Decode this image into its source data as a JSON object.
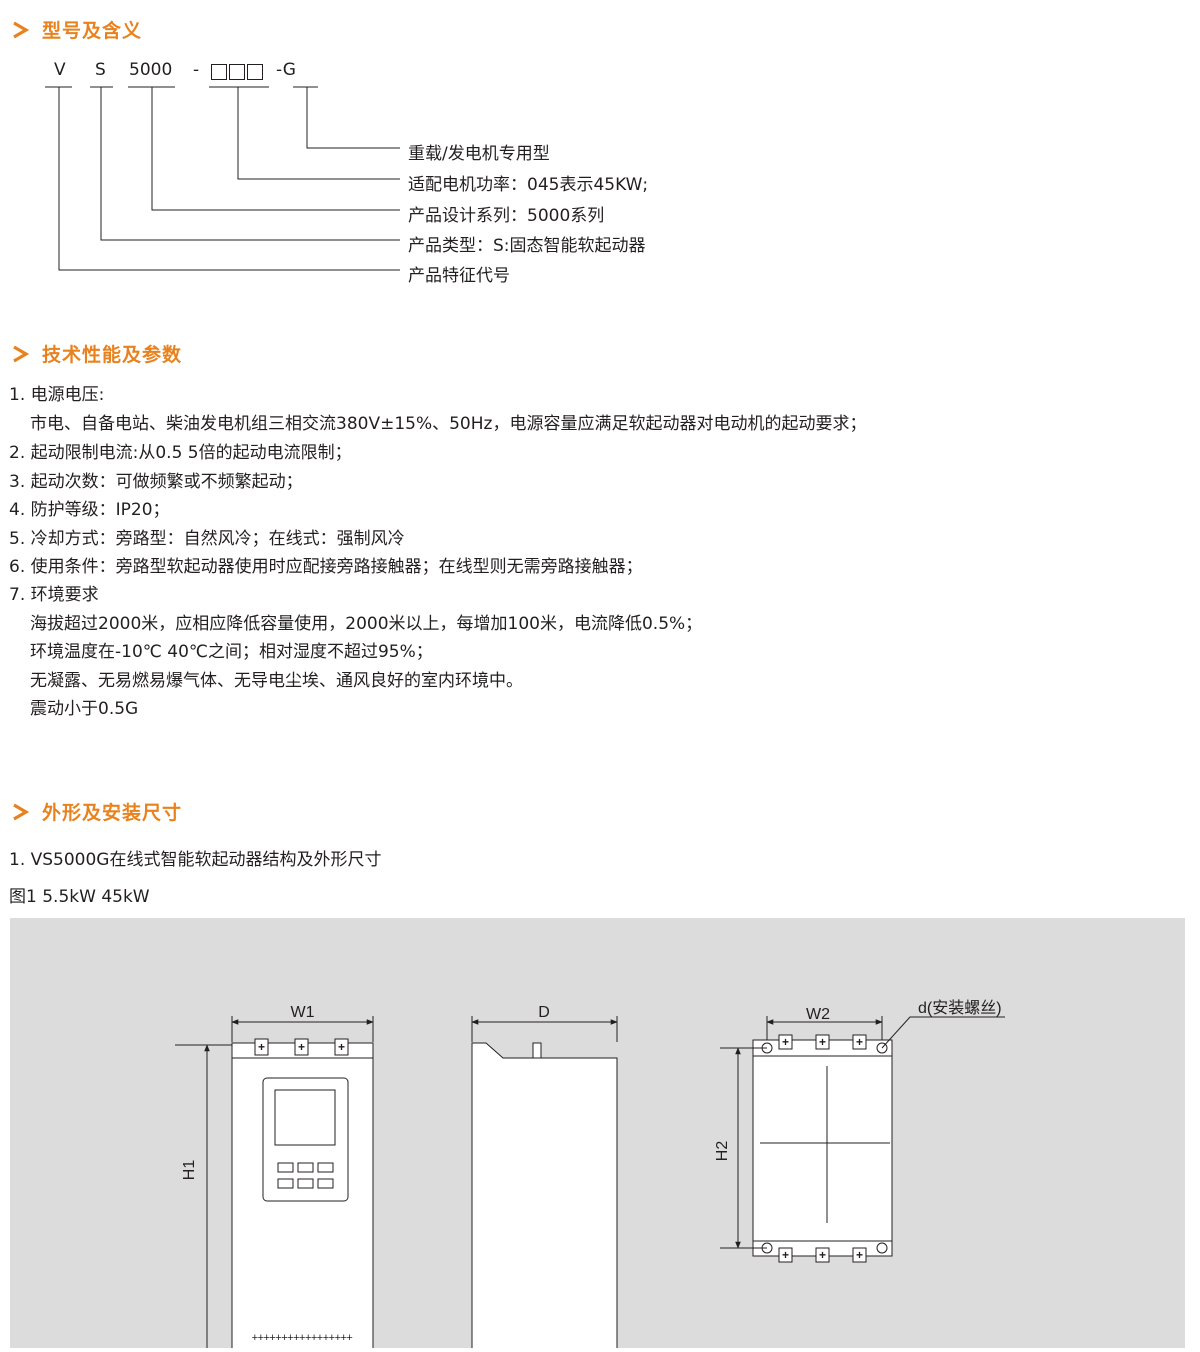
{
  "sections": {
    "model": {
      "title": "型号及含义"
    },
    "tech": {
      "title": "技术性能及参数"
    },
    "shape": {
      "title": "外形及安装尺寸"
    }
  },
  "model_code": {
    "parts": [
      "V",
      "S",
      "5000",
      "-",
      "-G"
    ],
    "meanings": [
      "重载/发电机专用型",
      "适配电机功率：045表示45KW;",
      "产品设计系列：5000系列",
      "产品类型：S:固态智能软起动器",
      "产品特征代号"
    ]
  },
  "specs": [
    "1. 电源电压:",
    "市电、自备电站、柴油发电机组三相交流380V±15%、50Hz，电源容量应满足软起动器对电动机的起动要求；",
    "2. 起动限制电流:从0.5   5倍的起动电流限制；",
    "3. 起动次数：可做频繁或不频繁起动；",
    "4. 防护等级：IP20；",
    "5. 冷却方式：旁路型：自然风冷；在线式：强制风冷",
    "6. 使用条件：旁路型软起动器使用时应配接旁路接触器；在线型则无需旁路接触器；",
    "7. 环境要求",
    "海拔超过2000米，应相应降低容量使用，2000米以上，每增加100米，电流降低0.5%；",
    "环境温度在-10℃   40℃之间；相对湿度不超过95%；",
    "无凝露、无易燃易爆气体、无导电尘埃、通风良好的室内环境中。",
    "震动小于0.5G"
  ],
  "shape": {
    "subtitle": "1. VS5000G在线式智能软起动器结构及外形尺寸",
    "figure_caption": "图1  5.5kW     45kW"
  },
  "diagram": {
    "front": {
      "width_label": "W1",
      "height_label": "H1",
      "vent": "+++++++++++++++++"
    },
    "side": {
      "depth_label": "D"
    },
    "mount": {
      "width_label": "W2",
      "height_label": "H2",
      "screw_label": "d(安装螺丝)"
    }
  },
  "colors": {
    "accent": "#e8821e",
    "text": "#231f20",
    "panel": "#dcdcdd"
  }
}
